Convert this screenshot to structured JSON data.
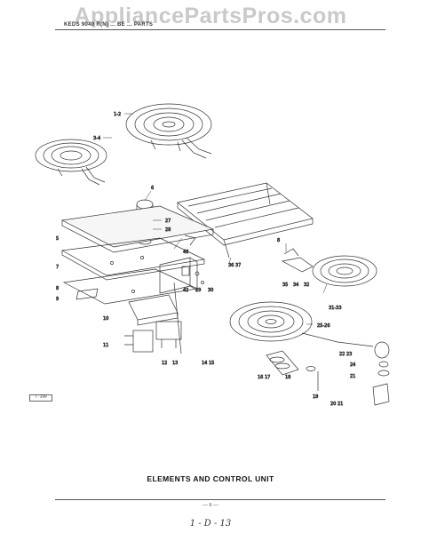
{
  "watermark": "AppliancePartsPros.com",
  "header": {
    "text": "KEDS 9040 R(N) ... BE ... PARTS"
  },
  "side_reference": "T-399",
  "caption": "ELEMENTS AND CONTROL UNIT",
  "page_number": "— 6 —",
  "handwritten_note": "1 - D - 13",
  "callouts": {
    "c1": "1-2",
    "c2": "3-4",
    "c3": "6",
    "c4": "27",
    "c5": "28",
    "c6": "5",
    "c7": "48",
    "c8": "7",
    "c9": "8",
    "c10": "9",
    "c11": "42",
    "c12": "29",
    "c13": "30",
    "c14": "10",
    "c15": "11",
    "c16": "12",
    "c17": "13",
    "c18": "14 15",
    "c19": "36 37",
    "c20": "8",
    "c21": "35",
    "c22": "34",
    "c23": "32",
    "c24": "31-33",
    "c25": "25-26",
    "c26": "22 23",
    "c27": "24",
    "c28": "21",
    "c29": "16 17",
    "c30": "18",
    "c31": "19",
    "c32": "20 21"
  }
}
